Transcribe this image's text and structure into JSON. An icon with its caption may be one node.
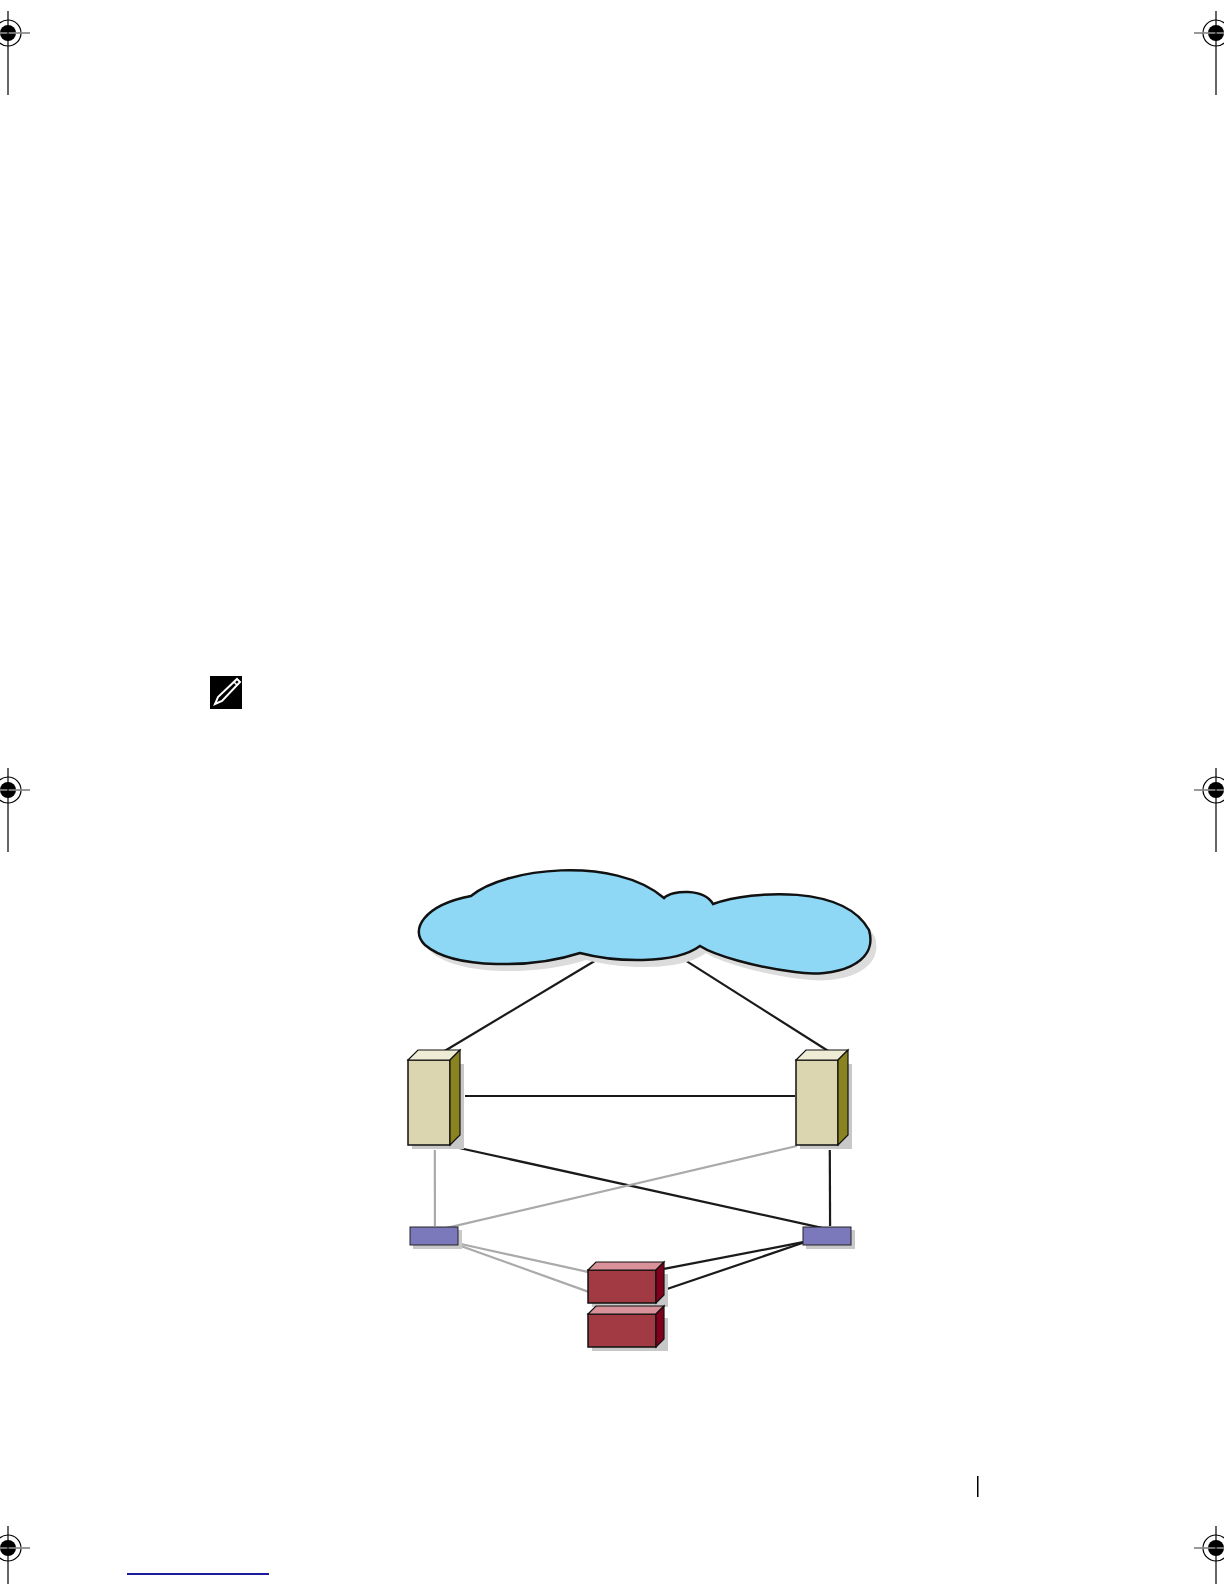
{
  "diagram": {
    "nodes": [
      {
        "text": [],
        "shape": "cloud"
      },
      {
        "text": [],
        "shape": "box"
      },
      {
        "text": [],
        "shape": "box"
      },
      {
        "text": [],
        "shape": "bar"
      },
      {
        "text": [],
        "shape": "bar"
      },
      {
        "text": [],
        "shape": "box"
      },
      {
        "text": [],
        "shape": "box"
      }
    ],
    "edges": [
      {
        "from": 0,
        "to": 1,
        "arrow": "none"
      },
      {
        "from": 0,
        "to": 2,
        "arrow": "none"
      },
      {
        "from": 1,
        "to": 2,
        "arrow": "none"
      },
      {
        "from": 1,
        "to": 3,
        "arrow": "none",
        "color": "#aaaaaa"
      },
      {
        "from": 1,
        "to": 4,
        "arrow": "none"
      },
      {
        "from": 2,
        "to": 3,
        "arrow": "none",
        "color": "#aaaaaa"
      },
      {
        "from": 2,
        "to": 4,
        "arrow": "none"
      },
      {
        "from": 3,
        "to": 5,
        "arrow": "none",
        "color": "#aaaaaa"
      },
      {
        "from": 3,
        "to": 5,
        "arrow": "none",
        "color": "#aaaaaa"
      },
      {
        "from": 4,
        "to": 5,
        "arrow": "none"
      },
      {
        "from": 4,
        "to": 5,
        "arrow": "none"
      }
    ]
  }
}
